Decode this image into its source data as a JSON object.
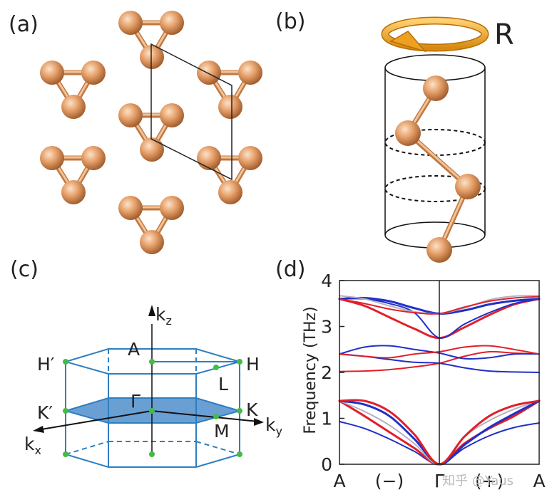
{
  "panels": {
    "a": {
      "label": "(a)"
    },
    "b": {
      "label": "(b)",
      "rotation_label": "R"
    },
    "c": {
      "label": "(c)",
      "points": {
        "A": "A",
        "H": "H",
        "H_prime": "H′",
        "L": "L",
        "Gamma": "Γ",
        "K": "K",
        "K_prime": "K′",
        "M": "M"
      },
      "axes": {
        "kx": "k",
        "kx_sub": "x",
        "ky": "k",
        "ky_sub": "y",
        "kz": "k",
        "kz_sub": "z"
      }
    },
    "d": {
      "label": "(d)"
    }
  },
  "colors": {
    "atom": "#e0955c",
    "atom_dark": "#9a5626",
    "bond": "#d89868",
    "ring": "#f0a020",
    "bz_line": "#2d7fc0",
    "plane_fill": "#6a9fd4",
    "dot": "#44bb44",
    "red": "#e0202a",
    "blue": "#2030c8",
    "gray": "#b8b0c0"
  },
  "chart_data": {
    "type": "line",
    "xlabel": "",
    "ylabel": "Frequency (THz)",
    "ylim": [
      0,
      4
    ],
    "yticks": [
      0,
      1,
      2,
      3,
      4
    ],
    "xticks": [
      "A",
      "(−)",
      "Γ",
      "(+)",
      "A"
    ],
    "x": [
      -1,
      -0.75,
      -0.5,
      -0.25,
      0,
      0.25,
      0.5,
      0.75,
      1
    ],
    "series": [
      {
        "color": "#2030c8",
        "width": 2,
        "values": [
          0.93,
          0.78,
          0.55,
          0.28,
          0.0,
          0.35,
          0.62,
          0.8,
          0.9
        ]
      },
      {
        "color": "#e0202a",
        "width": 3,
        "values": [
          1.38,
          1.05,
          0.7,
          0.35,
          0.0,
          0.45,
          0.78,
          1.05,
          1.38
        ]
      },
      {
        "color": "#b8b0c0",
        "width": 2,
        "values": [
          1.38,
          1.15,
          0.85,
          0.45,
          0.0,
          0.6,
          0.95,
          1.2,
          1.38
        ]
      },
      {
        "color": "#2030c8",
        "width": 3,
        "values": [
          1.38,
          1.3,
          1.05,
          0.55,
          0.0,
          0.42,
          0.8,
          1.1,
          1.38
        ]
      },
      {
        "color": "#e0202a",
        "width": 3,
        "values": [
          1.38,
          1.38,
          1.15,
          0.65,
          0.0,
          0.6,
          1.05,
          1.28,
          1.38
        ]
      },
      {
        "color": "#e0202a",
        "width": 2,
        "values": [
          2.02,
          2.03,
          2.06,
          2.12,
          2.2,
          2.35,
          2.45,
          2.42,
          2.4
        ]
      },
      {
        "color": "#2030c8",
        "width": 2,
        "values": [
          2.4,
          2.35,
          2.28,
          2.22,
          2.2,
          2.1,
          2.03,
          2.01,
          2.0
        ]
      },
      {
        "color": "#2030c8",
        "width": 2,
        "values": [
          2.4,
          2.55,
          2.58,
          2.5,
          2.42,
          2.3,
          2.32,
          2.4,
          2.4
        ]
      },
      {
        "color": "#e0202a",
        "width": 2,
        "values": [
          2.4,
          2.35,
          2.32,
          2.4,
          2.45,
          2.55,
          2.58,
          2.5,
          2.4
        ]
      },
      {
        "color": "#e0202a",
        "width": 3,
        "values": [
          3.6,
          3.45,
          3.2,
          2.95,
          2.75,
          2.98,
          3.25,
          3.48,
          3.6
        ]
      },
      {
        "color": "#2030c8",
        "width": 3,
        "values": [
          3.6,
          3.62,
          3.55,
          3.4,
          3.28,
          3.35,
          3.48,
          3.56,
          3.6
        ]
      },
      {
        "color": "#2030c8",
        "width": 2,
        "values": [
          3.6,
          3.6,
          3.5,
          3.3,
          2.75,
          3.05,
          3.3,
          3.5,
          3.6
        ]
      },
      {
        "color": "#b8b0c0",
        "width": 2,
        "values": [
          3.67,
          3.6,
          3.45,
          3.32,
          3.28,
          3.4,
          3.58,
          3.66,
          3.67
        ]
      },
      {
        "color": "#e0202a",
        "width": 2,
        "values": [
          3.6,
          3.5,
          3.38,
          3.3,
          3.28,
          3.42,
          3.55,
          3.62,
          3.65
        ]
      }
    ]
  },
  "watermark": "知乎 @Yaus"
}
